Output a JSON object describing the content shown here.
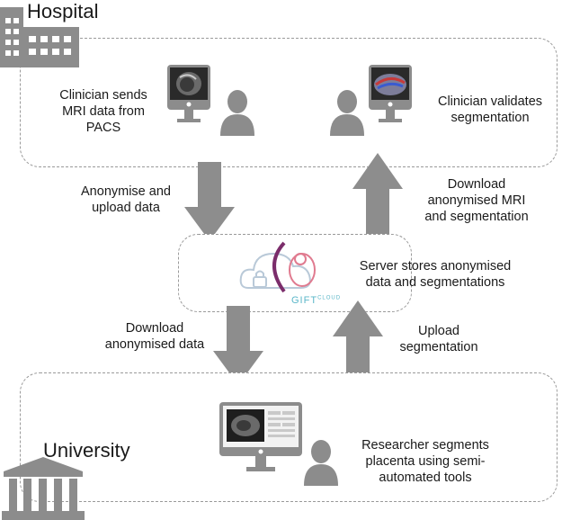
{
  "hospital": {
    "title": "Hospital",
    "left_text": "Clinician sends\nMRI data from\nPACS",
    "right_text": "Clinician validates\nsegmentation"
  },
  "arrows": {
    "upload_label": "Anonymise and\nupload data",
    "download_mri_label": "Download\nanonymised MRI\nand segmentation",
    "download_data_label": "Download\nanonymised data",
    "upload_seg_label": "Upload\nsegmentation"
  },
  "server": {
    "text": "Server stores anonymised\ndata and segmentations",
    "logo_word": "GIFT",
    "logo_sup": "CLOUD"
  },
  "university": {
    "title": "University",
    "text": "Researcher segments\nplacenta using semi-\nautomated tools"
  },
  "colors": {
    "icon_gray": "#8c8c8c",
    "arrow_gray": "#8d8d8d",
    "box_border": "#9a9a9a",
    "logo_purple": "#7b2d6b",
    "logo_pink": "#e07a8f",
    "logo_teal": "#5bb7c9"
  }
}
